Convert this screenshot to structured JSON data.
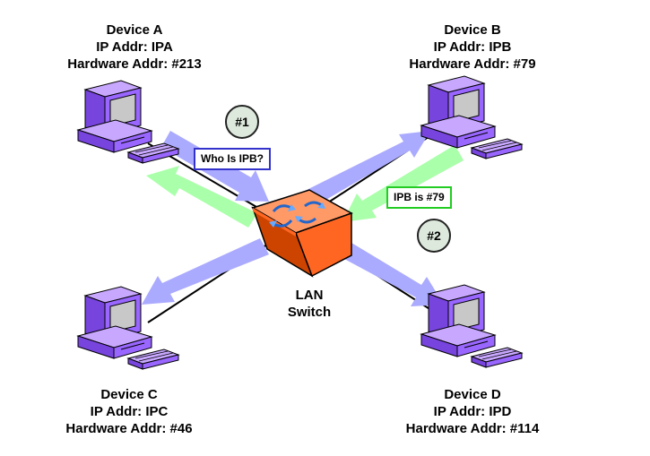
{
  "devices": {
    "a": {
      "name": "Device A",
      "ip": "IP Addr: IPA",
      "hw": "Hardware Addr: #213"
    },
    "b": {
      "name": "Device B",
      "ip": "IP Addr: IPB",
      "hw": "Hardware Addr: #79"
    },
    "c": {
      "name": "Device C",
      "ip": "IP Addr: IPC",
      "hw": "Hardware Addr: #46"
    },
    "d": {
      "name": "Device D",
      "ip": "IP Addr: IPD",
      "hw": "Hardware Addr: #114"
    }
  },
  "switch": {
    "line1": "LAN",
    "line2": "Switch"
  },
  "messages": {
    "request": "Who Is IPB?",
    "reply": "IPB is #79"
  },
  "steps": {
    "one": "#1",
    "two": "#2"
  },
  "colors": {
    "computer": "#9966ff",
    "switch": "#ff6622",
    "request_arrow": "#aaaaff",
    "reply_arrow": "#aaffaa",
    "request_border": "#3333cc",
    "reply_border": "#22cc22"
  }
}
